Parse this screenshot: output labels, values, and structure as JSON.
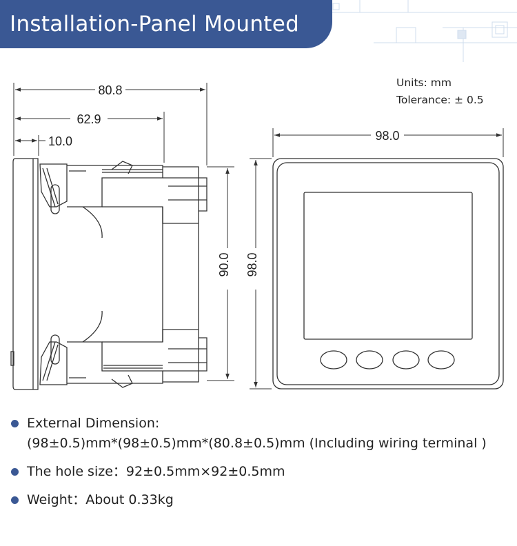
{
  "banner": {
    "title": "Installation-Panel Mounted"
  },
  "notes": {
    "units": "Units: mm",
    "tolerance": "Tolerance: ± 0.5"
  },
  "dimensions": {
    "depth_total": "80.8",
    "depth_body": "62.9",
    "depth_front": "10.0",
    "width_front": "98.0",
    "height_front": "98.0",
    "height_body": "90.0"
  },
  "specs": {
    "external_label": "External Dimension:",
    "external_value": "(98±0.5)mm*(98±0.5)mm*(80.8±0.5)mm (Including wiring terminal )",
    "hole": "The hole size：92±0.5mm×92±0.5mm",
    "weight": "Weight：About 0.33kg"
  },
  "colors": {
    "banner": "#3a5894",
    "bullet": "#3a5894",
    "line": "#333333"
  }
}
